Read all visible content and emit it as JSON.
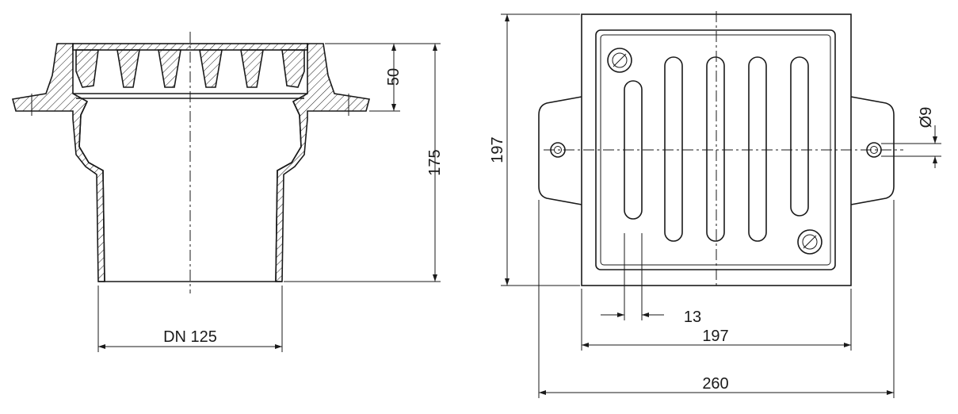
{
  "dimensions": {
    "section_flange_height": "50",
    "section_total_height": "175",
    "section_outlet": "DN 125",
    "plan_height": "197",
    "plan_hole_diameter": "Ø9",
    "plan_slot_width": "13",
    "plan_frame_width": "197",
    "plan_total_width": "260"
  }
}
